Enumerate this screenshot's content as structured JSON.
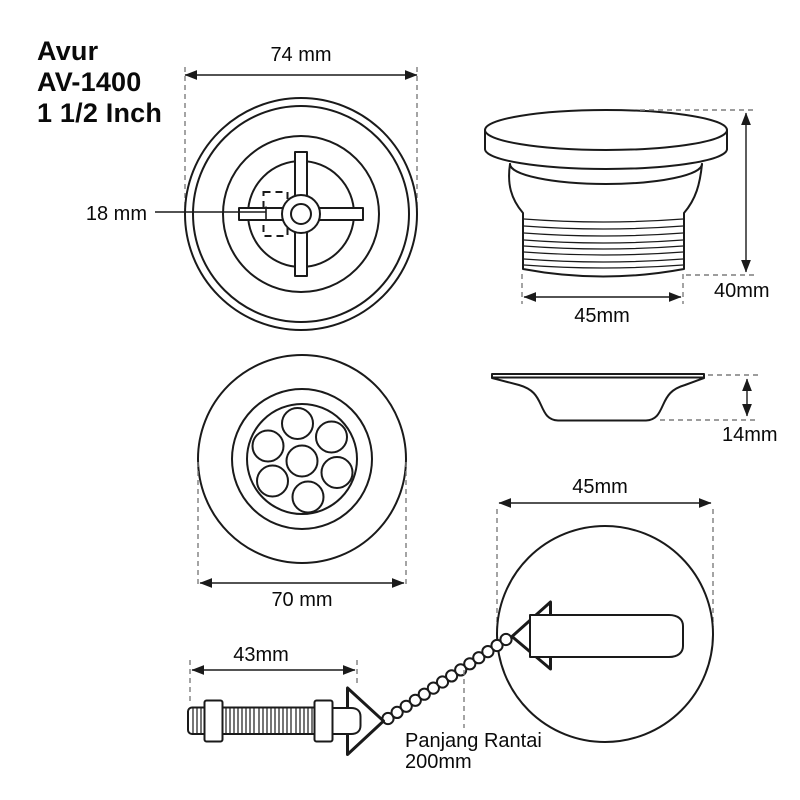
{
  "product": {
    "name_line1": "Avur",
    "name_line2": "AV-1400",
    "name_line3": "1 1/2 Inch"
  },
  "labels": {
    "top_view_outer_diameter": "74 mm",
    "top_view_center_hole": "18 mm",
    "body_bottom_diameter": "45mm",
    "body_height": "40mm",
    "bottom_view_diameter": "70 mm",
    "stopper_profile_height": "14mm",
    "stopper_diameter": "45mm",
    "bolt_length": "43mm",
    "chain_length_line1": "Panjang Rantai",
    "chain_length_line2": "200mm"
  },
  "colors": {
    "background": "#ffffff",
    "line": "#1a1a1a",
    "dashed_extension": "#7d7d7d",
    "text": "#0a0a0a"
  }
}
